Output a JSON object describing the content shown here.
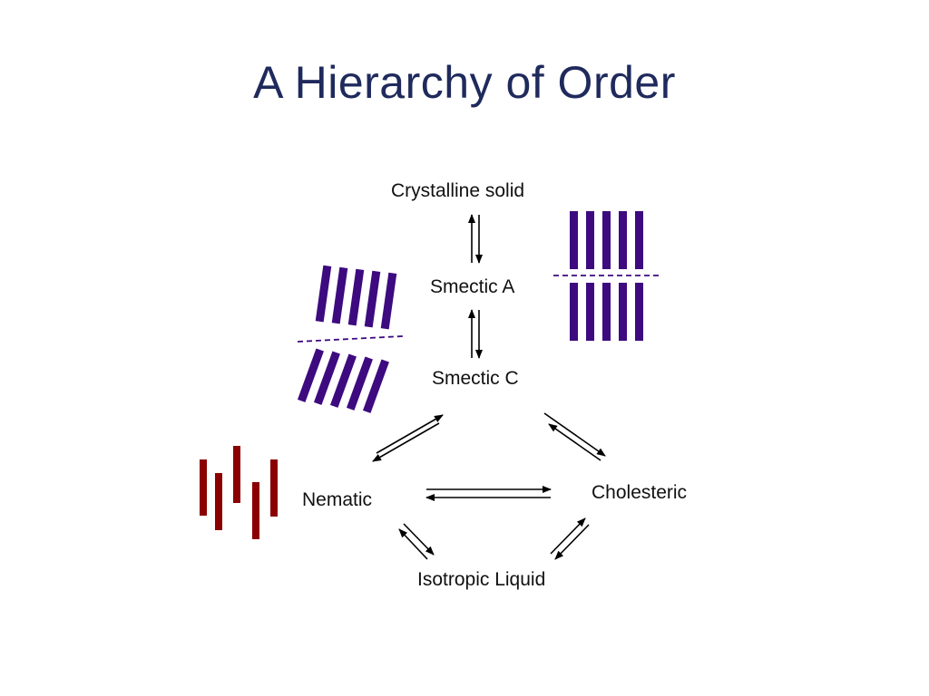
{
  "slide": {
    "title": "A Hierarchy of Order"
  },
  "phases": {
    "crystalline": "Crystalline solid",
    "smectic_a": "Smectic A",
    "smectic_c": "Smectic C",
    "nematic": "Nematic",
    "cholesteric": "Cholesteric",
    "isotropic": "Isotropic Liquid"
  },
  "colors": {
    "title": "#1f2a5c",
    "smectic_rods": "#3d0a7f",
    "nematic_rods": "#8b0000",
    "arrows": "#000000"
  },
  "icons": [
    "smectic-a-illustration",
    "smectic-c-illustration",
    "nematic-illustration"
  ]
}
